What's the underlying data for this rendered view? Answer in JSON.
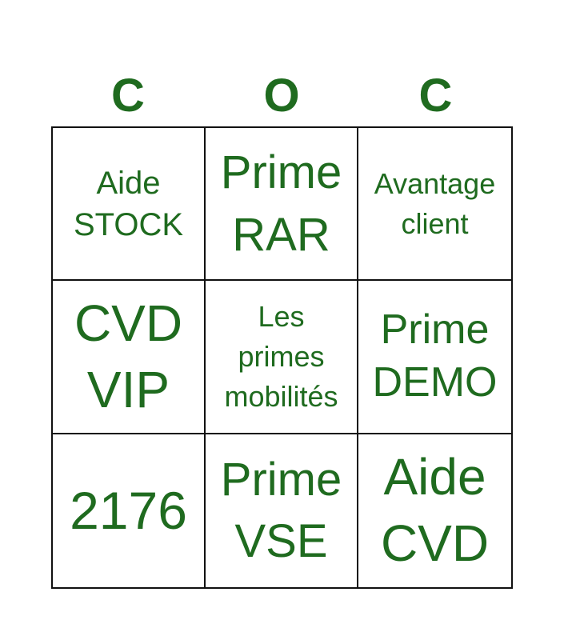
{
  "header": {
    "letters": [
      "C",
      "O",
      "C"
    ]
  },
  "grid": {
    "cells": [
      {
        "text": "Aide\nSTOCK"
      },
      {
        "text": "Prime\nRAR"
      },
      {
        "text": "Avantage\nclient"
      },
      {
        "text": "CVD\nVIP"
      },
      {
        "text": "Les\nprimes\nmobilités"
      },
      {
        "text": "Prime\nDEMO"
      },
      {
        "text": "2176"
      },
      {
        "text": "Prime\nVSE"
      },
      {
        "text": "Aide\nCVD"
      }
    ]
  },
  "colors": {
    "text": "#1f6b1f",
    "border": "#111111",
    "background": "#ffffff"
  }
}
